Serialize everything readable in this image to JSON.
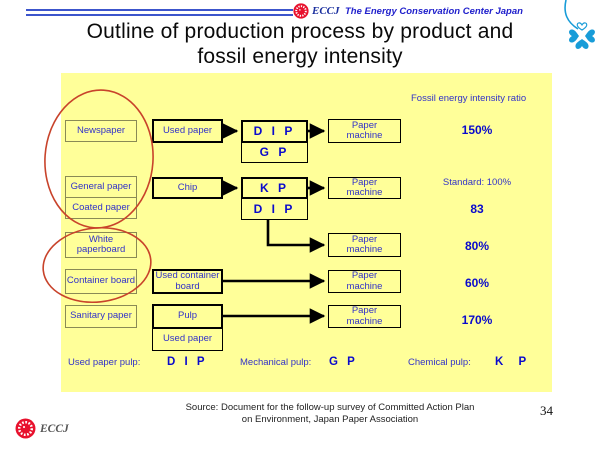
{
  "header": {
    "brand": "ECCJ",
    "org_name": "The Energy Conservation Center Japan",
    "title_line1": "Outline of production process by product and",
    "title_line2": "fossil energy intensity"
  },
  "diagram": {
    "ratio_header": "Fossil energy intensity ratio",
    "products": [
      {
        "label": "Newspaper"
      },
      {
        "label": "General paper"
      },
      {
        "label": "Coated paper"
      },
      {
        "label": "White paperboard"
      },
      {
        "label": "Container board"
      },
      {
        "label": "Sanitary paper"
      }
    ],
    "materials": [
      {
        "label": "Used paper"
      },
      {
        "label": "Chip"
      },
      {
        "label": "Used container board"
      },
      {
        "label": "Pulp"
      },
      {
        "label": "Used paper"
      }
    ],
    "pulping": [
      {
        "label": "D I P"
      },
      {
        "label": "G P"
      },
      {
        "label": "K P"
      },
      {
        "label": "D I P"
      }
    ],
    "machines": [
      {
        "label": "Paper machine"
      },
      {
        "label": "Paper machine"
      },
      {
        "label": "Paper machine"
      },
      {
        "label": "Paper machine"
      },
      {
        "label": "Paper machine"
      }
    ],
    "ratios": {
      "newspaper": "150%",
      "general_standard": "Standard: 100%",
      "coated": "83",
      "white_paperboard": "80%",
      "container_board": "60%",
      "sanitary": "170%"
    },
    "legend": [
      {
        "label": "Used paper pulp:",
        "code": "D I P"
      },
      {
        "label": "Mechanical pulp:",
        "code": "G P"
      },
      {
        "label": "Chemical pulp:",
        "code": "K P"
      }
    ]
  },
  "footer": {
    "source_line1": "Source: Document for the follow-up survey of Committed Action Plan",
    "source_line2": "on Environment, Japan Paper Association",
    "page_number": "34",
    "brand": "ECCJ"
  },
  "colors": {
    "panel_bg": "#FFFF99",
    "text_blue": "#3232C8",
    "bold_blue": "#0A0ACC",
    "ellipse_red": "#C8432B",
    "rule_blue": "#3C55CC",
    "clover_blue": "#189CD8",
    "logo_red": "#E8112D"
  }
}
